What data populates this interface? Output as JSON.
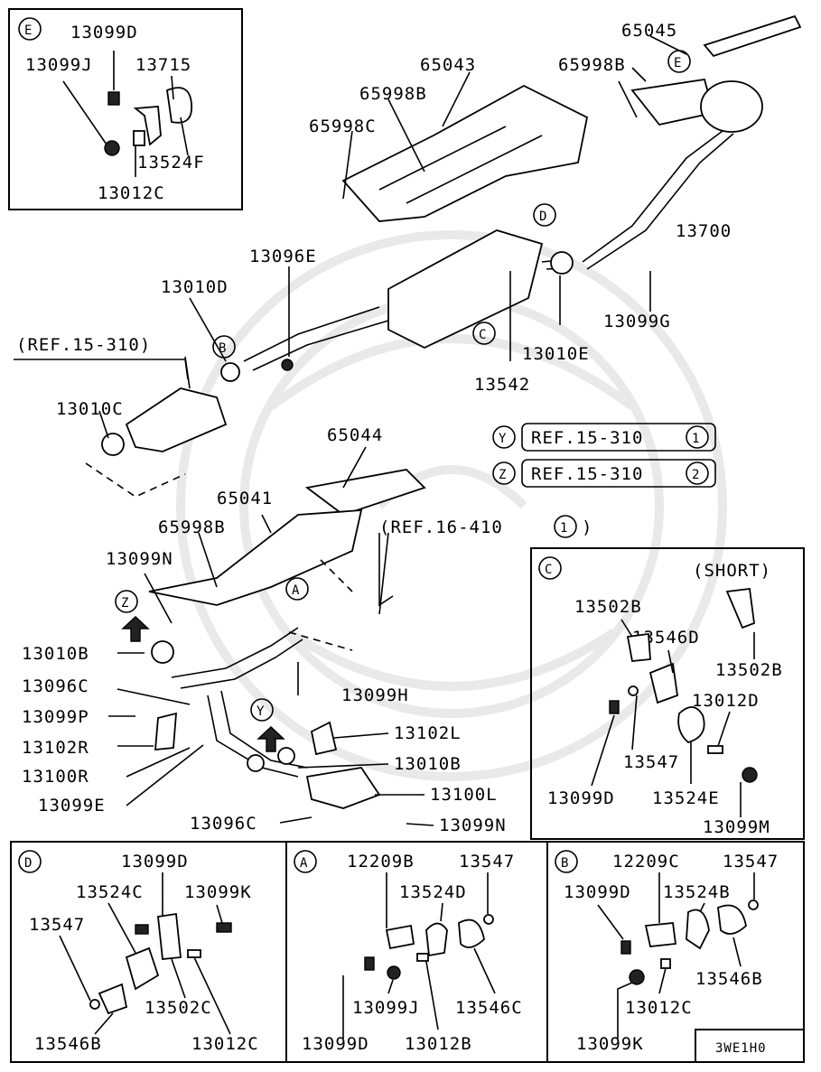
{
  "inset_E": {
    "tag": "E",
    "labels": [
      "13099D",
      "13099J",
      "13715",
      "13524F",
      "13012C"
    ]
  },
  "main": {
    "callouts": {
      "p65045": "65045",
      "p65043": "65043",
      "p65998B_top": "65998B",
      "p65998B_mid": "65998B",
      "p65998C": "65998C",
      "p13700": "13700",
      "p13096E": "13096E",
      "p13010D": "13010D",
      "p13099G": "13099G",
      "p13010E": "13010E",
      "p13542": "13542",
      "ref_15_310": "(REF.15-310)",
      "p13010C": "13010C",
      "p65044": "65044",
      "p65041": "65041",
      "p65998B_low": "65998B",
      "ref_16_410": "(REF.16-410",
      "ref_16_410_num": "1",
      "p13099N_top": "13099N",
      "p13010B_left": "13010B",
      "p13096C_left": "13096C",
      "p13099P": "13099P",
      "p13102R": "13102R",
      "p13100R": "13100R",
      "p13099E": "13099E",
      "p13096C_bottom": "13096C",
      "p13099H": "13099H",
      "p13102L": "13102L",
      "p13010B_right": "13010B",
      "p13100L": "13100L",
      "p13099N_bottom": "13099N"
    },
    "tags": {
      "E1": "E",
      "E2": "E",
      "D": "D",
      "C": "C",
      "B": "B",
      "A": "A",
      "Z": "Z",
      "Y": "Y"
    },
    "refs": [
      {
        "tag": "Y",
        "text": "REF.15-310",
        "num": "1"
      },
      {
        "tag": "Z",
        "text": "REF.15-310",
        "num": "2"
      }
    ]
  },
  "inset_C": {
    "tag": "C",
    "note": "(SHORT)",
    "labels": [
      "13502B",
      "13546D",
      "13502B",
      "13012D",
      "13547",
      "13099D",
      "13524E",
      "13099M"
    ]
  },
  "inset_D": {
    "tag": "D",
    "labels": [
      "13099D",
      "13524C",
      "13099K",
      "13547",
      "13502C",
      "13546B",
      "13012C"
    ]
  },
  "inset_A": {
    "tag": "A",
    "labels": [
      "12209B",
      "13547",
      "13524D",
      "13099J",
      "13546C",
      "13099D",
      "13012B"
    ]
  },
  "inset_B": {
    "tag": "B",
    "labels": [
      "12209C",
      "13547",
      "13099D",
      "13524B",
      "13546B",
      "13012C",
      "13099K"
    ]
  },
  "footer_code": "3WE1H0"
}
